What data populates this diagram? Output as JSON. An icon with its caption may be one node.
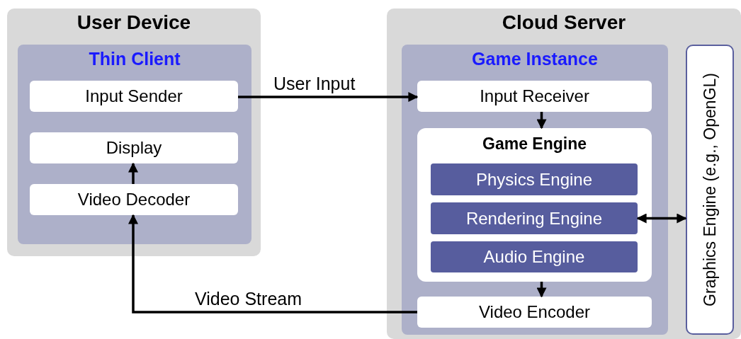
{
  "diagram": {
    "nodes": [
      {
        "text": [
          "User Device"
        ]
      },
      {
        "text": [
          "Thin Client"
        ],
        "in": 0
      },
      {
        "text": [
          "Input Sender"
        ],
        "in": 1
      },
      {
        "text": [
          "Display"
        ],
        "in": 1
      },
      {
        "text": [
          "Video Decoder"
        ],
        "in": 1
      },
      {
        "text": [
          "Cloud Server"
        ]
      },
      {
        "text": [
          "Game Instance"
        ],
        "in": 5
      },
      {
        "text": [
          "Input Receiver"
        ],
        "in": 6
      },
      {
        "text": [
          "Game Engine"
        ],
        "in": 6
      },
      {
        "text": [
          "Physics Engine"
        ],
        "in": 8
      },
      {
        "text": [
          "Rendering Engine"
        ],
        "in": 8
      },
      {
        "text": [
          "Audio Engine"
        ],
        "in": 8
      },
      {
        "text": [
          "Video Encoder"
        ],
        "in": 6
      },
      {
        "text": [
          "Graphics Engine (e.g., OpenGL)"
        ],
        "in": 5
      }
    ],
    "edges": [
      {
        "from": 2,
        "to": 7,
        "arrow": "to",
        "label": "User Input"
      },
      {
        "from": 7,
        "to": 8,
        "arrow": "to"
      },
      {
        "from": 8,
        "to": 12,
        "arrow": "to"
      },
      {
        "from": 12,
        "to": 4,
        "arrow": "to",
        "label": "Video Stream"
      },
      {
        "from": 4,
        "to": 3,
        "arrow": "to"
      },
      {
        "from": 10,
        "to": 13,
        "arrow": "both"
      }
    ]
  }
}
